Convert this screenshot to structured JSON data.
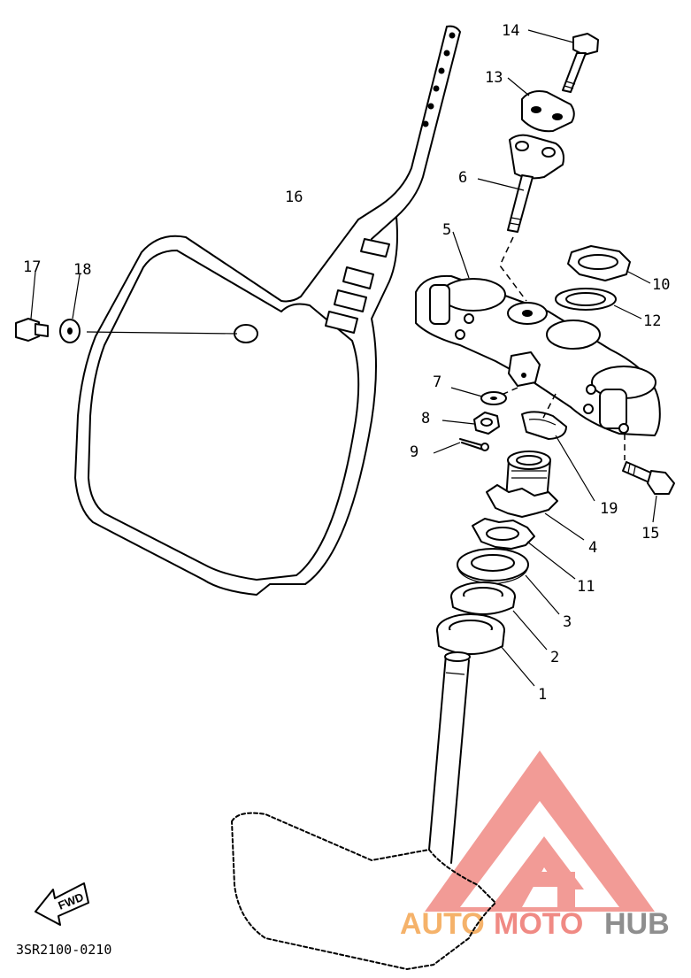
{
  "diagram": {
    "part_labels": [
      "14",
      "13",
      "6",
      "16",
      "5",
      "10",
      "12",
      "17",
      "18",
      "7",
      "8",
      "9",
      "19",
      "15",
      "4",
      "11",
      "3",
      "2",
      "1"
    ],
    "drawing_code": "3SR2100-0210",
    "direction_label": "FWD",
    "watermark": {
      "auto": "AUTO",
      "moto": "MOTO",
      "hub": "HUB"
    },
    "colors": {
      "watermark_red": "#f08a84",
      "watermark_orange": "#f5b26a",
      "watermark_grey": "#8e8e8e",
      "line": "#000000"
    }
  }
}
